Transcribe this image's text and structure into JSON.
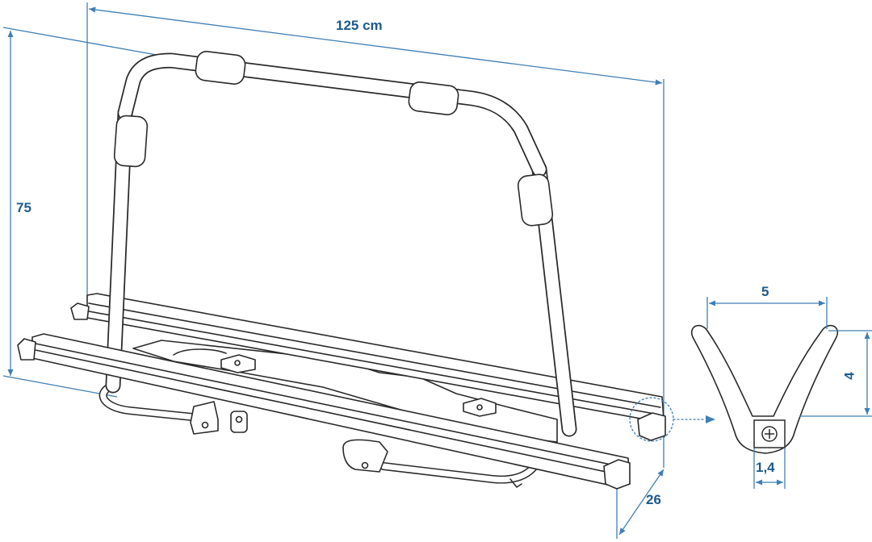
{
  "dimensions": {
    "length": "125 cm",
    "height": "75",
    "depth": "26",
    "profile_width": "5",
    "profile_height": "4",
    "profile_base": "1,4"
  },
  "colors": {
    "dimension_line": "#3f7fb5",
    "label": "#1d5a8c",
    "outline": "#2a2a2a",
    "fill": "#ffffff"
  }
}
